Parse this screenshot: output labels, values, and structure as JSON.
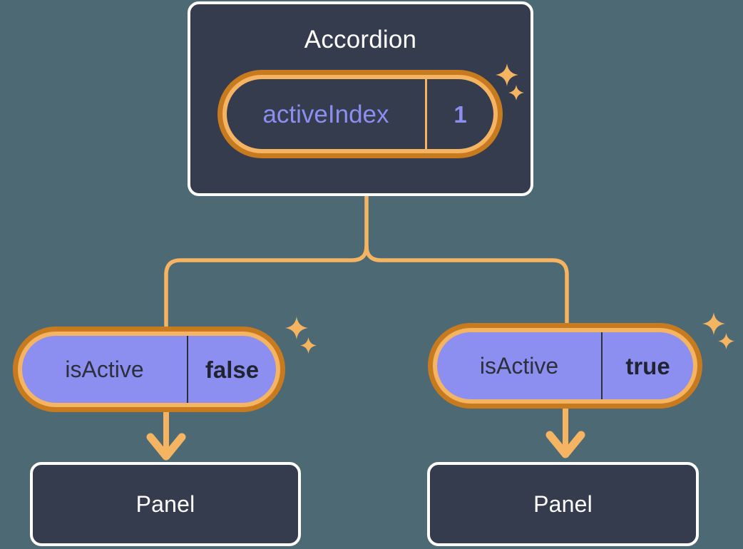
{
  "diagram": {
    "type": "component-state-tree",
    "background_color": "#4d6a74",
    "accent_color": "#f5b461",
    "accent_dark_color": "#c87a1e",
    "component_fill": "#343c4d",
    "component_border": "#ffffff",
    "state_fill": "#8c8ff0"
  },
  "root": {
    "title": "Accordion",
    "state": {
      "key": "activeIndex",
      "value": "1"
    }
  },
  "children": [
    {
      "state": {
        "key": "isActive",
        "value": "false"
      },
      "component": {
        "title": "Panel"
      }
    },
    {
      "state": {
        "key": "isActive",
        "value": "true"
      },
      "component": {
        "title": "Panel"
      }
    }
  ],
  "decorations": {
    "sparkle_name": "sparkle-icon",
    "sparkle_color": "#f5b461",
    "count": 6
  }
}
